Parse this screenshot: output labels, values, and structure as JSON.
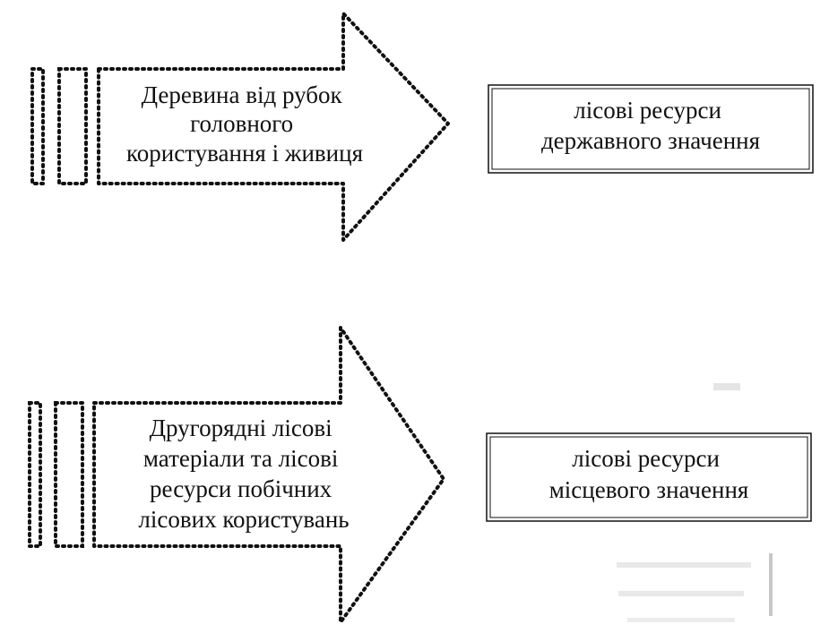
{
  "flows": [
    {
      "source_lines": [
        "Деревина від рубок",
        "головного",
        "користування і живиця"
      ],
      "result_lines": [
        "лісові ресурси",
        "державного значення"
      ]
    },
    {
      "source_lines": [
        "Другорядні лісові",
        "матеріали та лісові",
        "ресурси побічних",
        "лісових користувань"
      ],
      "result_lines": [
        "лісові ресурси",
        "місцевого значення"
      ]
    }
  ]
}
